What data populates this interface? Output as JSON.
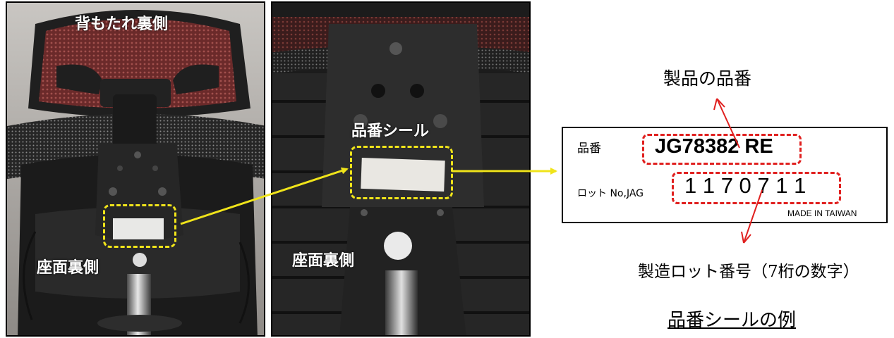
{
  "photo_left": {
    "label_backrest": "背もたれ裏側",
    "label_seat": "座面裏側"
  },
  "photo_right": {
    "label_sticker": "品番シール",
    "label_seat": "座面裏側"
  },
  "label_example": {
    "product_number_caption": "製品の品番",
    "field_product_label": "品番",
    "product_number": "JG78382 RE",
    "field_lot_label": "ロット No,JAG",
    "lot_number": "1 1 7 0 7 1 1",
    "made_in": "MADE IN TAIWAN",
    "lot_caption": "製造ロット番号（7桁の数字）",
    "example_title": "品番シールの例"
  },
  "colors": {
    "highlight_yellow": "#f0e41a",
    "highlight_red": "#e0201f"
  }
}
